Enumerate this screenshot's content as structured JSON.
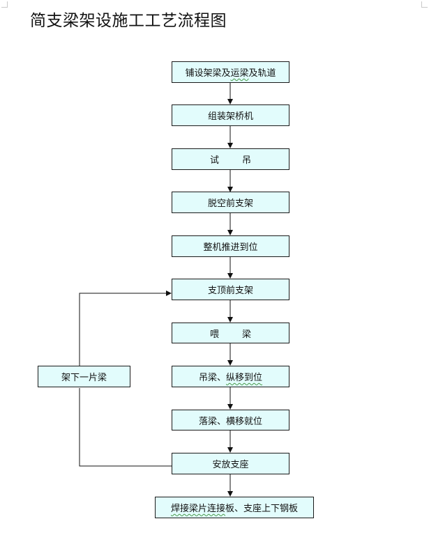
{
  "title": "简支梁架设施工工艺流程图",
  "steps": [
    {
      "pre": "铺设架梁及",
      "mark": "运梁",
      "post": "及轨道"
    },
    {
      "pre": "组装架桥机",
      "mark": "",
      "post": ""
    },
    {
      "pre": "试        吊",
      "mark": "",
      "post": ""
    },
    {
      "pre": "脱空前支架",
      "mark": "",
      "post": ""
    },
    {
      "pre": "整机推进到位",
      "mark": "",
      "post": ""
    },
    {
      "pre": "支顶前支架",
      "mark": "",
      "post": ""
    },
    {
      "pre": "喂        梁",
      "mark": "",
      "post": ""
    },
    {
      "pre": "吊梁、",
      "mark": "纵移到位",
      "post": ""
    },
    {
      "pre": "落梁、横移就位",
      "mark": "",
      "post": ""
    },
    {
      "pre": "安放支座",
      "mark": "",
      "post": ""
    },
    {
      "pre": "",
      "mark": "焊接梁片连接",
      "post": "板、支座上下钢板"
    }
  ],
  "loop_box": "架下一片梁"
}
